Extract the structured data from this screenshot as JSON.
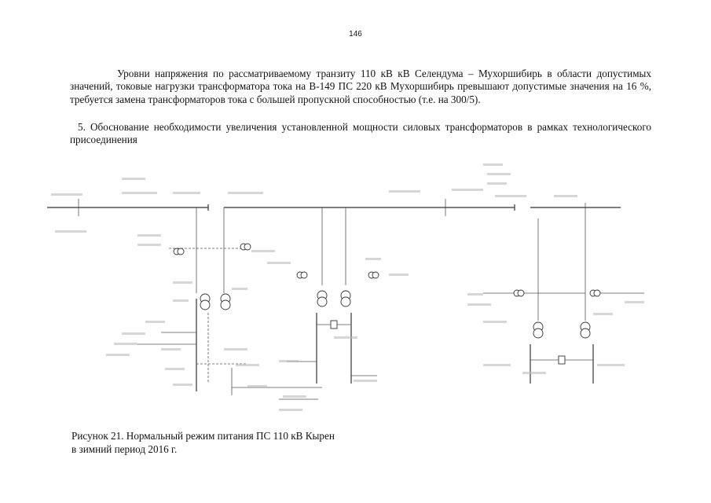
{
  "page": {
    "number": "146"
  },
  "body_text": {
    "paragraph_1": "Уровни напряжения по рассматриваемому транзиту 110 кВ кВ Селендума – Мухоршибирь в области допустимых значений, токовые нагрузки трансформатора тока на В-149 ПС 220 кВ Мухоршибирь превышают допустимые значения на 16 %, требуется замена трансформаторов тока с большей пропускной способностью (т.е. на 300/5).",
    "paragraph_2": "5. Обоснование необходимости увеличения установленной мощности силовых трансформаторов в рамках технологического присоединения"
  },
  "figure": {
    "caption_line_1": "Рисунок 21. Нормальный режим питания ПС 110 кВ Кырен",
    "caption_line_2": "в зимний период 2016 г."
  }
}
